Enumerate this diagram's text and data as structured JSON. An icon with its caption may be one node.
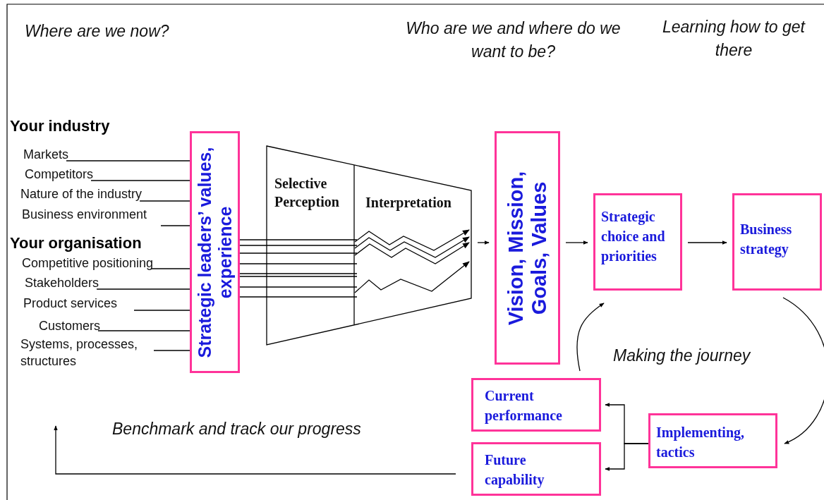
{
  "diagram": {
    "nodes": [
      {
        "text": [
          "Markets"
        ]
      },
      {
        "text": [
          "Competitors"
        ]
      },
      {
        "text": [
          "Nature of the industry"
        ]
      },
      {
        "text": [
          "Business environment"
        ]
      },
      {
        "text": [
          "Competitive positioning"
        ]
      },
      {
        "text": [
          "Stakeholders"
        ]
      },
      {
        "text": [
          "Product services"
        ]
      },
      {
        "text": [
          "Customers"
        ]
      },
      {
        "text": [
          "Systems, processes, structures"
        ]
      },
      {
        "text": [
          "Strategic leaders’ values, experience"
        ]
      },
      {
        "text": [
          "Selective Perception",
          "Interpretation"
        ]
      },
      {
        "text": [
          "Vision, Mission, Goals, Values"
        ]
      },
      {
        "text": [
          "Strategic choice and priorities"
        ]
      },
      {
        "text": [
          "Business strategy"
        ]
      },
      {
        "text": [
          "Implementing, tactics"
        ]
      },
      {
        "text": [
          "Current performance"
        ]
      },
      {
        "text": [
          "Future capability"
        ]
      }
    ],
    "edges": [
      {
        "from": 0,
        "to": 9,
        "arrow": "none"
      },
      {
        "from": 1,
        "to": 9,
        "arrow": "none"
      },
      {
        "from": 2,
        "to": 9,
        "arrow": "none"
      },
      {
        "from": 3,
        "to": 9,
        "arrow": "none"
      },
      {
        "from": 4,
        "to": 9,
        "arrow": "none"
      },
      {
        "from": 5,
        "to": 9,
        "arrow": "none"
      },
      {
        "from": 6,
        "to": 9,
        "arrow": "none"
      },
      {
        "from": 7,
        "to": 9,
        "arrow": "none"
      },
      {
        "from": 8,
        "to": 9,
        "arrow": "none"
      },
      {
        "from": 9,
        "to": 10,
        "arrow": "none"
      },
      {
        "from": 9,
        "to": 10,
        "arrow": "none"
      },
      {
        "from": 9,
        "to": 10,
        "arrow": "none"
      },
      {
        "from": 9,
        "to": 10,
        "arrow": "none"
      },
      {
        "from": 9,
        "to": 10,
        "arrow": "none"
      },
      {
        "from": 9,
        "to": 10,
        "arrow": "none"
      },
      {
        "from": 9,
        "to": 10,
        "arrow": "none"
      },
      {
        "from": 9,
        "to": 10,
        "arrow": "none"
      },
      {
        "from": 10,
        "to": 11,
        "arrow": "to"
      },
      {
        "from": 11,
        "to": 12,
        "arrow": "to"
      },
      {
        "from": 12,
        "to": 13,
        "arrow": "to"
      },
      {
        "from": 13,
        "to": 14,
        "arrow": "to"
      },
      {
        "from": 14,
        "to": 15,
        "arrow": "to"
      },
      {
        "from": 14,
        "to": 16,
        "arrow": "to"
      },
      {
        "from": 15,
        "to": 12,
        "arrow": "to"
      },
      {
        "from": 16,
        "to": null,
        "arrow": "to"
      }
    ],
    "labels": [
      "Where are we now?",
      "Who are we and where do we want to be?",
      "Learning how to get there",
      "Your industry",
      "Your organisation",
      "Making the journey",
      "Benchmark and track our progress"
    ]
  }
}
